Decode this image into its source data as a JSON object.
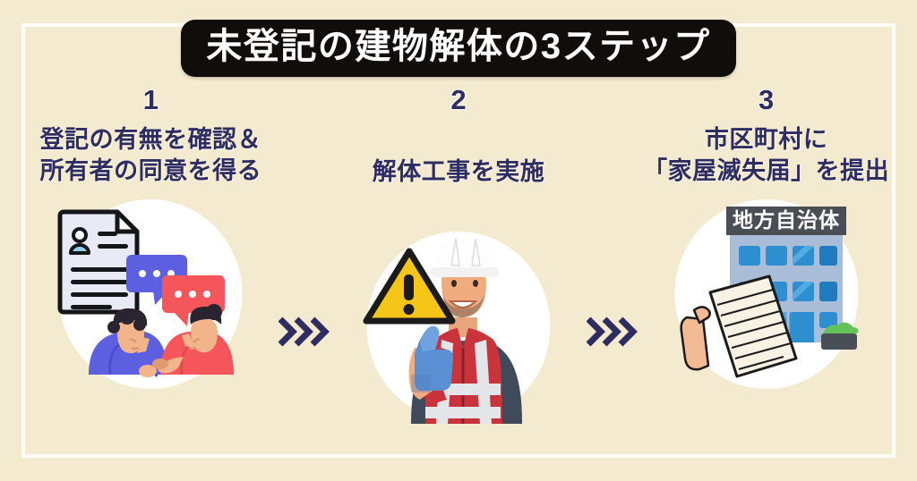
{
  "poster": {
    "title": "未登記の建物解体の3ステップ",
    "background_color": "#f4ead0",
    "frame_color": "#fffdf6",
    "title_bg_color": "#100d0b",
    "title_text_color": "#ffffff",
    "text_color": "#2e2d62",
    "arrow_color": "#2e2d62"
  },
  "steps": [
    {
      "number": "1",
      "label_line1": "登記の有無を確認＆",
      "label_line2": "所有者の同意を得る",
      "illustration": "document-and-two-people-talking"
    },
    {
      "number": "2",
      "label_line1": "解体工事を実施",
      "label_line2": "",
      "illustration": "construction-worker-with-warning-sign"
    },
    {
      "number": "3",
      "label_line1": "市区町村に",
      "label_line2": "「家屋滅失届」を提出",
      "illustration": "local-government-building-with-form"
    }
  ],
  "arrows": [
    {
      "name": "chevrons-right-1",
      "glyph": "≫"
    },
    {
      "name": "chevrons-right-2",
      "glyph": "≫"
    }
  ],
  "illustration_labels": {
    "building_sign": "地方自治体"
  }
}
